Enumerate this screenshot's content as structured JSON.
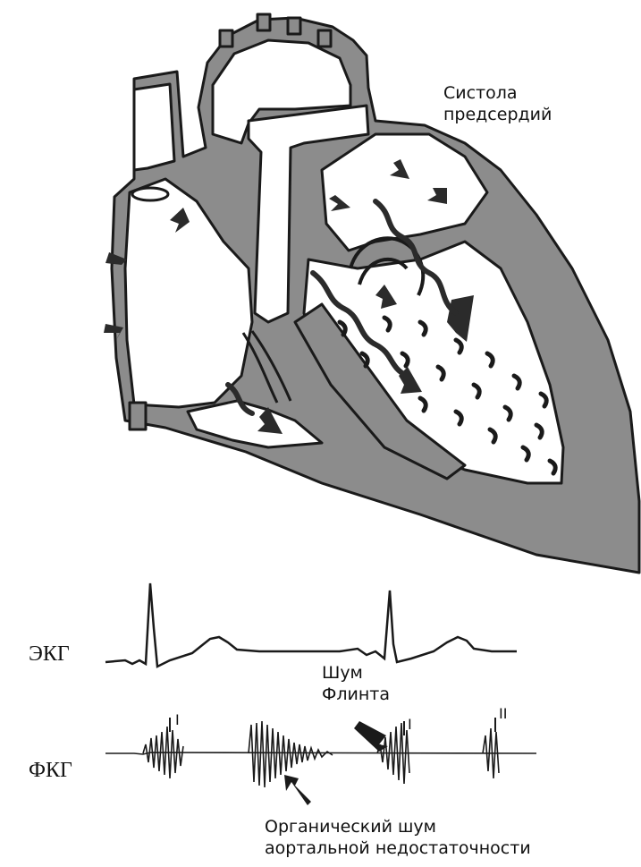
{
  "labels": {
    "atrial_systole_line1": "Систола",
    "atrial_systole_line2": "предсердий",
    "ecg": "ЭКГ",
    "pcg": "ФКГ",
    "flint_line1": "Шум",
    "flint_line2": "Флинта",
    "organic_line1": "Органический шум",
    "organic_line2": "аортальной недостаточности",
    "tone_first_a": "I",
    "tone_first_b": "I",
    "tone_second": "II"
  },
  "colors": {
    "tissue": "#8c8c8c",
    "outline": "#1a1a1a",
    "background": "#ffffff",
    "arrow": "#2b2b2b"
  }
}
